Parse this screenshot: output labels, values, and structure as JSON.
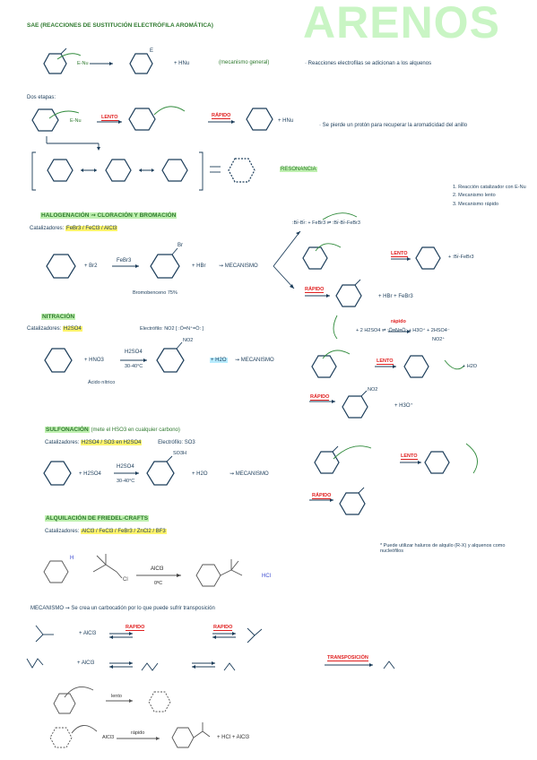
{
  "title": "ARENOS",
  "sae": {
    "heading": "SAE (reacciones de sustitución electrófila aromática)",
    "react_label": "E-Nu",
    "product_e": "E",
    "product_hnu": "+ HNu",
    "mechanism_general": "(mecanismo general)",
    "note": "· Reacciones electrofilas se adicionan a los alquenos",
    "two_steps": "Dos etapas:",
    "slow": "LENTO",
    "fast": "RÁPIDO",
    "note2": "· Se pierde un protón para recuperar la aromaticidad del anillo",
    "resonance": "RESONANCIA"
  },
  "halogen": {
    "heading": "HALOGENACIÓN ⇝ CLORACIÓN Y BROMACIÓN",
    "catalysts_label": "Catalizadores:",
    "catalysts": "FeBr3 / FeCl3 / AlCl3",
    "reagent": "+ Br2",
    "catalyst_arrow": "FeBr3",
    "product_sub": "Br",
    "byproduct": "+ HBr",
    "mechanism": "⇝ MECANISMO",
    "product_name": "Bromobenceno 75%",
    "steps": [
      "1. Reacción catalizador con E-Nu",
      "2. Mecanismo lento",
      "3. Mecanismo rápido"
    ],
    "slow": "LENTO",
    "fast": "RÁPIDO",
    "final": "+ HBr + FeBr3",
    "complex1": ":Br̈-Br̈: + FeBr3 ⇌ :Br̈-Br̈-FeBr3",
    "complex2": "+ :Br̈-FeBr3"
  },
  "nitration": {
    "heading": "NITRACIÓN",
    "catalysts_label": "Catalizadores:",
    "catalysts": "H2SO4",
    "electrophile": "Electrófilo: NO2 [ :Ö=N⁺=Ö: ]",
    "reagent": "+ HNO3",
    "cond_top": "H2SO4",
    "cond_bottom": "30-40°C",
    "product_sub": "NO2",
    "water": "+ H2O",
    "mechanism": "⇝ MECANISMO",
    "reagent_name": "Ácido nítrico",
    "mech_eq": "+ 2 H2SO4 ⇌ :Ö=N=Ö: + H3O⁺ + 2HSO4⁻",
    "slow": "LENTO",
    "fast": "RÁPIDO",
    "fast_fast": "rápido",
    "no2plus": "NO2⁺",
    "minus_h2o": "+ H2O",
    "h3o": "+ H3O⁺"
  },
  "sulfonation": {
    "heading": "SULFONACIÓN",
    "note": "(mete el HSO3 en cualquier carbono)",
    "catalysts_label": "Catalizadores:",
    "catalysts": "H2SO4 / SO3 en H2SO4",
    "electrophile": "Electrófilo: SO3",
    "reagent": "+ H2SO4",
    "cond_top": "H2SO4",
    "cond_bottom": "30-40°C",
    "product_sub": "SO3H",
    "water": "+ H2O",
    "mechanism": "⇝ MECANISMO",
    "slow": "LENTO",
    "fast": "RÁPIDO"
  },
  "alkylation": {
    "heading": "ALQUILACIÓN DE FRIEDEL-CRAFTS",
    "catalysts_label": "Catalizadores:",
    "catalysts": "AlCl3 / FeCl3 / FeBr3 / ZnCl2 / BF3",
    "note": "* Puede utilizar haluros de alquilo (R-X) y alquenos como nucleófilos",
    "h_label": "H",
    "cl_label": "Cl",
    "cat": "AlCl3",
    "temp": "0ºC",
    "hcl": "HCl",
    "mechanism_note": "MECANISMO ⇝ Se crea un carbocatión por lo que puede sufrir transposición",
    "fast": "RAPIDO",
    "fast2": "RAPIDO",
    "alcl3": "+ AlCl3",
    "transposition": "TRANSPOSICIÓN",
    "slow_lower": "lento",
    "fast_lower": "rápido",
    "final": "+ HCl + AlCl3",
    "alcl3_label": "AlCl3"
  }
}
